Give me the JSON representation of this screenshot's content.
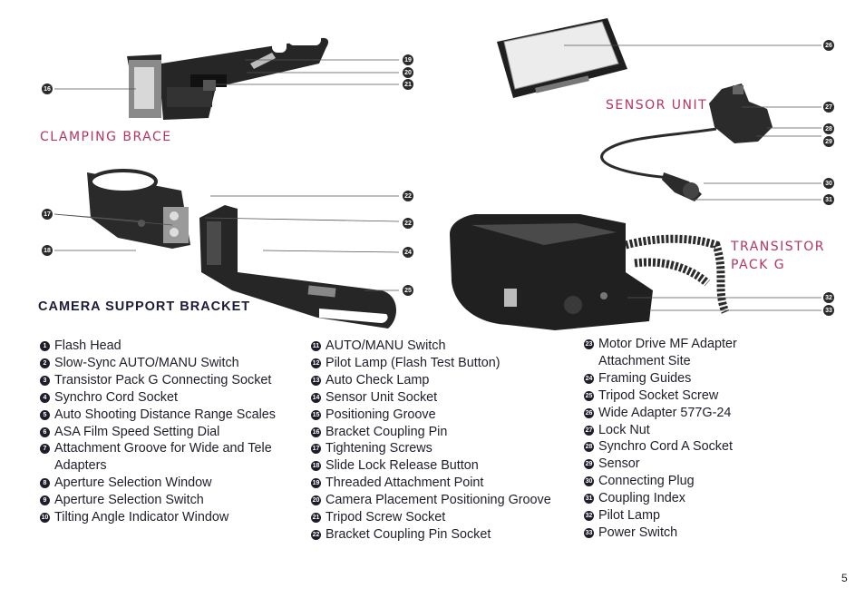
{
  "captions": {
    "clamping_brace": "CLAMPING BRACE",
    "sensor_unit": "SENSOR UNIT",
    "camera_support_bracket": "CAMERA SUPPORT BRACKET",
    "transistor_line1": "TRANSISTOR",
    "transistor_line2": "PACK G"
  },
  "callouts": {
    "c16": "16",
    "c19": "19",
    "c20": "20",
    "c21": "21",
    "c17": "17",
    "c18": "18",
    "c22a": "22",
    "c22b": "22",
    "c24": "24",
    "c25": "25",
    "c26": "26",
    "c27": "27",
    "c28": "28",
    "c29": "29",
    "c30": "30",
    "c31": "31",
    "c32": "32",
    "c33": "33"
  },
  "legend": {
    "col1": [
      {
        "num": "1",
        "text": "Flash Head"
      },
      {
        "num": "2",
        "text": "Slow-Sync AUTO/MANU Switch"
      },
      {
        "num": "3",
        "text": "Transistor Pack G Connecting Socket"
      },
      {
        "num": "4",
        "text": "Synchro Cord Socket"
      },
      {
        "num": "5",
        "text": "Auto Shooting Distance Range Scales"
      },
      {
        "num": "6",
        "text": "ASA Film Speed Setting Dial"
      },
      {
        "num": "7",
        "text": "Attachment Groove for Wide and Tele Adapters"
      },
      {
        "num": "8",
        "text": "Aperture Selection Window"
      },
      {
        "num": "9",
        "text": "Aperture Selection Switch"
      },
      {
        "num": "10",
        "text": "Tilting Angle Indicator Window"
      }
    ],
    "col2": [
      {
        "num": "11",
        "text": "AUTO/MANU Switch"
      },
      {
        "num": "12",
        "text": "Pilot Lamp (Flash Test Button)"
      },
      {
        "num": "13",
        "text": "Auto Check Lamp"
      },
      {
        "num": "14",
        "text": "Sensor Unit Socket"
      },
      {
        "num": "15",
        "text": "Positioning Groove"
      },
      {
        "num": "16",
        "text": "Bracket Coupling Pin"
      },
      {
        "num": "17",
        "text": "Tightening Screws"
      },
      {
        "num": "18",
        "text": "Slide Lock Release Button"
      },
      {
        "num": "19",
        "text": "Threaded Attachment Point"
      },
      {
        "num": "20",
        "text": "Camera Placement Positioning Groove"
      },
      {
        "num": "21",
        "text": "Tripod Screw Socket"
      },
      {
        "num": "22",
        "text": "Bracket Coupling Pin Socket"
      }
    ],
    "col3": [
      {
        "num": "23",
        "text": "Motor Drive MF Adapter Attachment Site"
      },
      {
        "num": "24",
        "text": "Framing Guides"
      },
      {
        "num": "25",
        "text": "Tripod Socket Screw"
      },
      {
        "num": "26",
        "text": "Wide Adapter 577G-24"
      },
      {
        "num": "27",
        "text": "Lock Nut"
      },
      {
        "num": "28",
        "text": "Synchro Cord A Socket"
      },
      {
        "num": "29",
        "text": "Sensor"
      },
      {
        "num": "30",
        "text": "Connecting Plug"
      },
      {
        "num": "31",
        "text": "Coupling Index"
      },
      {
        "num": "32",
        "text": "Pilot Lamp"
      },
      {
        "num": "33",
        "text": "Power Switch"
      }
    ]
  },
  "page_number": "5",
  "colors": {
    "caption_pink": "#b53560",
    "caption_dark": "#1b1b3a",
    "ink": "#1e1e2a"
  }
}
